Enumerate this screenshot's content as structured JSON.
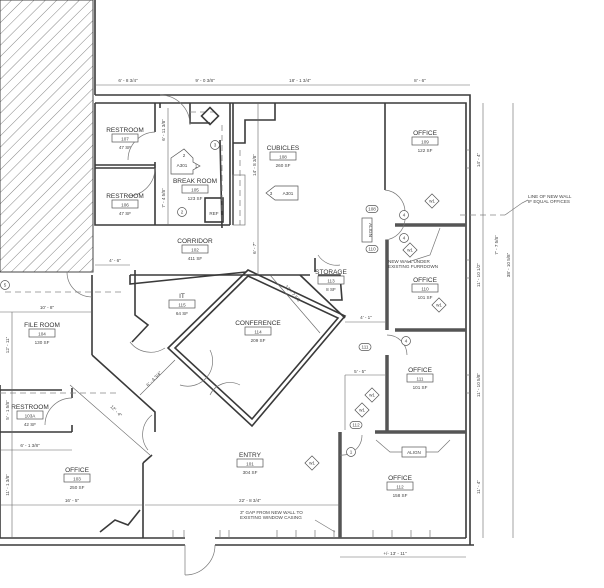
{
  "rooms": [
    {
      "name": "RESTROOM",
      "number": "107",
      "area": "47 SF"
    },
    {
      "name": "RESTROOM",
      "number": "106",
      "area": "47 SF"
    },
    {
      "name": "BREAK ROOM",
      "number": "105",
      "area": "123 SF"
    },
    {
      "name": "CUBICLES",
      "number": "108",
      "area": "260 SF"
    },
    {
      "name": "OFFICE",
      "number": "109",
      "area": "122 SF"
    },
    {
      "name": "CORRIDOR",
      "number": "102",
      "area": "411 SF"
    },
    {
      "name": "STORAGE",
      "number": "113",
      "area": "8 SF"
    },
    {
      "name": "OFFICE",
      "number": "110",
      "area": "101 SF"
    },
    {
      "name": "IT",
      "number": "115",
      "area": "64 SF"
    },
    {
      "name": "CONFERENCE",
      "number": "114",
      "area": "209 SF"
    },
    {
      "name": "FILE ROOM",
      "number": "104",
      "area": "130 SF"
    },
    {
      "name": "OFFICE",
      "number": "111",
      "area": "101 SF"
    },
    {
      "name": "RESTROOM",
      "number": "103A",
      "area": "42 SF"
    },
    {
      "name": "ENTRY",
      "number": "101",
      "area": "304 SF"
    },
    {
      "name": "OFFICE",
      "number": "103",
      "area": "250 SF"
    },
    {
      "name": "OFFICE",
      "number": "112",
      "area": "158 SF"
    }
  ],
  "dimensions": {
    "top1": "6' - 8 3/4\"",
    "top2": "9' - 0 3/8\"",
    "top3": "18' - 1 3/4\"",
    "top4": "8' - 6\"",
    "right1": "14' - 4\"",
    "right2": "11' - 10 1/2\"",
    "right3": "11' - 10 5/8\"",
    "right4": "11' - 4\"",
    "right_total": "38' - 10 5/8\"",
    "right_offset": "7' - 7 5/8\"",
    "restroom_a": "6' - 11 3/8\"",
    "restroom_b": "7' - 4 5/8\"",
    "cubicle_h": "14' - 8 3/8\"",
    "corridor_h": "6' - 7\"",
    "corridor_w": "4' - 6\"",
    "file_w": "10' - 8\"",
    "file_h": "12' - 11\"",
    "rest103a_h": "5' - 1 5/8\"",
    "rest103a_w": "6' - 1 3/8\"",
    "office103_h": "11' - 1 3/8\"",
    "office103_w": "16' - 5\"",
    "diag1": "12' - 4\"",
    "diag2": "6' - 4 3/4\"",
    "conf_diag": "12' - 7 5/8\"",
    "storage_w": "4' - 1\"",
    "office111_w": "5' - 5\"",
    "entry_w": "22' - 8 3/4\"",
    "bottom": "+/- 13' - 11\""
  },
  "notes": {
    "new_wall_line": "LINE OF NEW WALL",
    "new_wall_line2": "IF EQUAL OFFICES",
    "furrdown1": "NEW WALL UNDER",
    "furrdown2": "EXISTING FURRDOWN",
    "gap1": "3\" GAP FROM NEW WALL TO",
    "gap2": "EXISTING WINDOW CASING"
  },
  "tags": {
    "door_tags": [
      "108",
      "110",
      "111",
      "112"
    ],
    "wall_type": "w1",
    "align": "ALIGN",
    "ref": "REF",
    "section": "A301",
    "section_nums": [
      "1",
      "2",
      "3"
    ],
    "keynotes": [
      "1",
      "2",
      "3",
      "4",
      "4",
      "4",
      "5"
    ]
  }
}
